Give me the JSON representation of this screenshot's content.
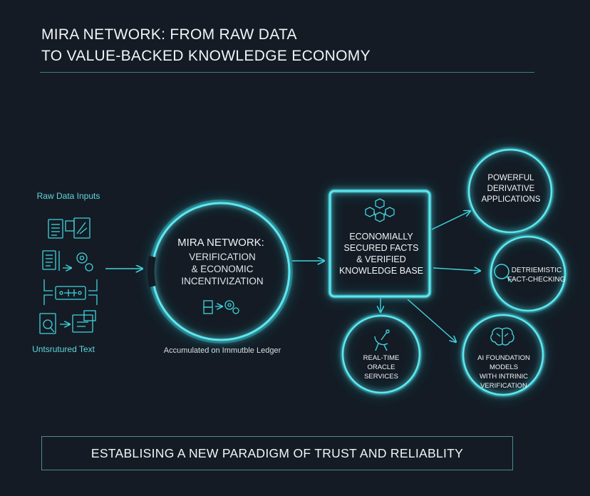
{
  "title": {
    "line1": "MIRA NETWORK: FROM RAW DATA",
    "line2": "TO VALUE-BACKED KNOWLEDGE ECONOMY"
  },
  "inputs": {
    "raw_label": "Raw Data Inputs",
    "unstructured_label": "Untsrutured Text"
  },
  "mira": {
    "title": "MIRA NETWORK:",
    "sub_line1": "VERIFICATION",
    "sub_line2": "& ECONOMIC",
    "sub_line3": "INCENTIVIZATION",
    "ledger": "Accumulated on Immutble Ledger"
  },
  "knowledge_base": {
    "line1": "ECONOMIALLY",
    "line2": "SECURED FACTS",
    "line3": "& VERIFIED",
    "line4": "KNOWLEDGE BASE"
  },
  "outputs": {
    "powerful": [
      "POWERFUL",
      "DERIVATIVE",
      "APPLICATIONS"
    ],
    "factcheck": [
      "DETRIEMISTIC",
      "FACT-CHECKING"
    ],
    "oracle": [
      "REAL-TIME",
      "ORACLE",
      "SERVICES"
    ],
    "aifound": [
      "AI FOUNDATION",
      "MODELS",
      "WITH INTRINIC",
      "VERIFICATION"
    ]
  },
  "banner": "ESTABLISING A NEW PARADIGM OF TRUST AND RELIABLITY",
  "colors": {
    "background": "#141b24",
    "accent": "#41d3dd",
    "glow": "#1aa7b4",
    "text": "#f0f4f6"
  },
  "icons": [
    "document-icon",
    "gear-icon",
    "circuit-board-icon",
    "satellite-dish-icon",
    "magnifier-icon",
    "brain-icon",
    "cubes-icon"
  ]
}
